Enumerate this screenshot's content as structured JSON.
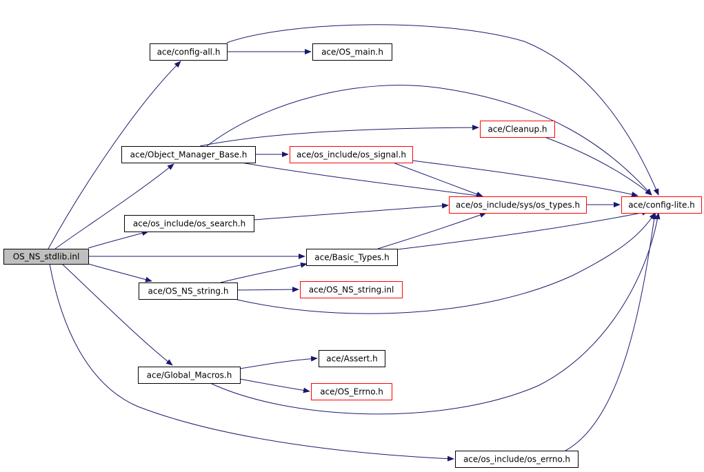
{
  "colors": {
    "edge": "#191970",
    "node_border_normal": "#000000",
    "node_border_incomplete": "#ff0000",
    "root_fill": "#bfbfbf",
    "node_fill": "#ffffff"
  },
  "nodes": [
    {
      "id": "root",
      "label": "OS_NS_stdlib.inl",
      "style": "root"
    },
    {
      "id": "config_all",
      "label": "ace/config-all.h",
      "style": "normal"
    },
    {
      "id": "os_main",
      "label": "ace/OS_main.h",
      "style": "normal"
    },
    {
      "id": "config_lite",
      "label": "ace/config-lite.h",
      "style": "incomplete"
    },
    {
      "id": "object_manager_base",
      "label": "ace/Object_Manager_Base.h",
      "style": "normal"
    },
    {
      "id": "cleanup",
      "label": "ace/Cleanup.h",
      "style": "incomplete"
    },
    {
      "id": "os_signal",
      "label": "ace/os_include/os_signal.h",
      "style": "incomplete"
    },
    {
      "id": "os_types",
      "label": "ace/os_include/sys/os_types.h",
      "style": "incomplete"
    },
    {
      "id": "os_search",
      "label": "ace/os_include/os_search.h",
      "style": "normal"
    },
    {
      "id": "basic_types",
      "label": "ace/Basic_Types.h",
      "style": "normal"
    },
    {
      "id": "os_ns_string",
      "label": "ace/OS_NS_string.h",
      "style": "normal"
    },
    {
      "id": "os_ns_string_inl",
      "label": "ace/OS_NS_string.inl",
      "style": "incomplete"
    },
    {
      "id": "global_macros",
      "label": "ace/Global_Macros.h",
      "style": "normal"
    },
    {
      "id": "assert",
      "label": "ace/Assert.h",
      "style": "normal"
    },
    {
      "id": "os_errno",
      "label": "ace/OS_Errno.h",
      "style": "incomplete"
    },
    {
      "id": "os_include_errno",
      "label": "ace/os_include/os_errno.h",
      "style": "normal"
    }
  ],
  "edges": [
    {
      "from": "root",
      "to": "config_all"
    },
    {
      "from": "root",
      "to": "object_manager_base"
    },
    {
      "from": "root",
      "to": "os_search"
    },
    {
      "from": "root",
      "to": "basic_types"
    },
    {
      "from": "root",
      "to": "os_ns_string"
    },
    {
      "from": "root",
      "to": "global_macros"
    },
    {
      "from": "root",
      "to": "os_include_errno"
    },
    {
      "from": "config_all",
      "to": "os_main"
    },
    {
      "from": "config_all",
      "to": "config_lite"
    },
    {
      "from": "object_manager_base",
      "to": "config_lite"
    },
    {
      "from": "object_manager_base",
      "to": "cleanup"
    },
    {
      "from": "object_manager_base",
      "to": "os_signal"
    },
    {
      "from": "object_manager_base",
      "to": "os_types"
    },
    {
      "from": "cleanup",
      "to": "config_lite"
    },
    {
      "from": "os_signal",
      "to": "config_lite"
    },
    {
      "from": "os_signal",
      "to": "os_types"
    },
    {
      "from": "os_types",
      "to": "config_lite"
    },
    {
      "from": "os_search",
      "to": "os_types"
    },
    {
      "from": "basic_types",
      "to": "os_types"
    },
    {
      "from": "basic_types",
      "to": "config_lite"
    },
    {
      "from": "os_ns_string",
      "to": "basic_types"
    },
    {
      "from": "os_ns_string",
      "to": "os_ns_string_inl"
    },
    {
      "from": "os_ns_string",
      "to": "config_lite"
    },
    {
      "from": "global_macros",
      "to": "assert"
    },
    {
      "from": "global_macros",
      "to": "os_errno"
    },
    {
      "from": "global_macros",
      "to": "config_lite"
    },
    {
      "from": "os_include_errno",
      "to": "config_lite"
    }
  ]
}
